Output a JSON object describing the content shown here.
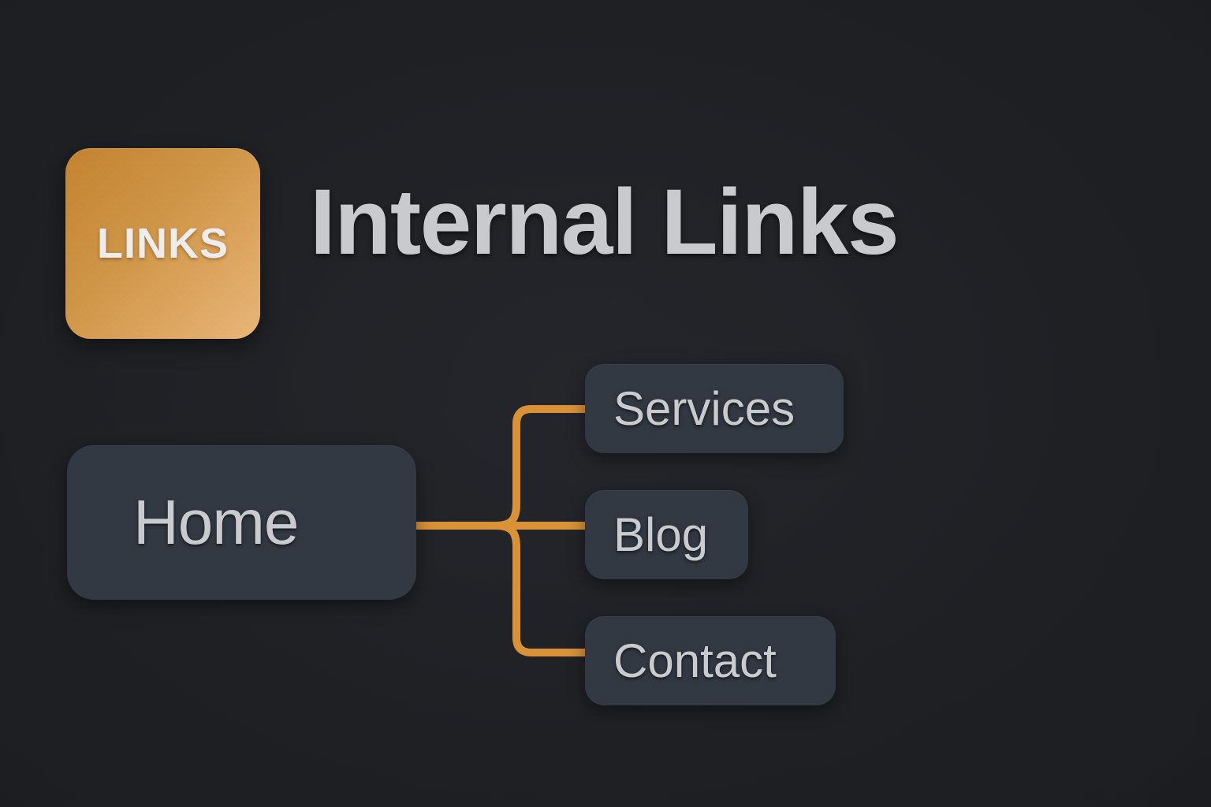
{
  "page": {
    "background_color": "#1e2024",
    "accent_color": "#d99236",
    "node_fill_color": "#323842",
    "text_color": "#c9cbce"
  },
  "header": {
    "logo": {
      "icon_name": "links-badge-icon",
      "label": "LINKS",
      "gradient_from": "#c4832c",
      "gradient_to": "#ecb879"
    },
    "title": "Internal Links"
  },
  "diagram": {
    "type": "tree",
    "root": {
      "id": "home",
      "label": "Home"
    },
    "children": [
      {
        "id": "services",
        "label": "Services"
      },
      {
        "id": "blog",
        "label": "Blog"
      },
      {
        "id": "contact",
        "label": "Contact"
      }
    ],
    "connector_color": "#d99236",
    "connector_width": 10,
    "edges": [
      {
        "from": "home",
        "to": "services"
      },
      {
        "from": "home",
        "to": "blog"
      },
      {
        "from": "home",
        "to": "contact"
      }
    ]
  }
}
